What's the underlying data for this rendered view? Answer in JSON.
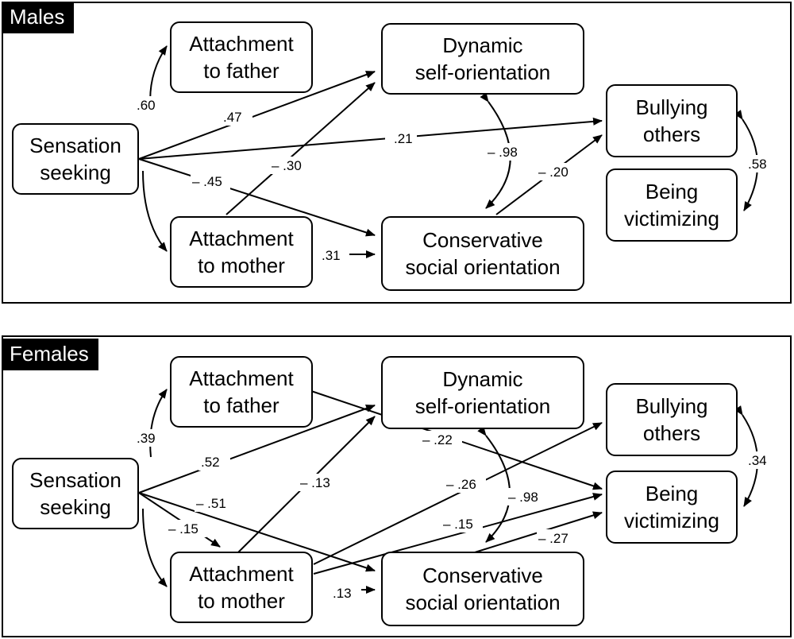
{
  "males": {
    "tag": "Males",
    "nodes": {
      "sensation": [
        "Sensation",
        "seeking"
      ],
      "father": [
        "Attachment",
        "to father"
      ],
      "mother": [
        "Attachment",
        "to mother"
      ],
      "dynamic": [
        "Dynamic",
        "self-orientation"
      ],
      "conservative": [
        "Conservative",
        "social orientation"
      ],
      "bullying": [
        "Bullying",
        "others"
      ],
      "victimizing": [
        "Being",
        "victimizing"
      ]
    },
    "coefficients": {
      "sensation_father": ".60",
      "sensation_dynamic": ".47",
      "sensation_bullying": ".21",
      "mother_dynamic": "– .30",
      "sensation_conservative": "– .45",
      "mother_conservative": ".31",
      "dynamic_conservative": "– .98",
      "conservative_bullying": "– .20",
      "bullying_victimizing": ".58"
    }
  },
  "females": {
    "tag": "Females",
    "nodes": {
      "sensation": [
        "Sensation",
        "seeking"
      ],
      "father": [
        "Attachment",
        "to father"
      ],
      "mother": [
        "Attachment",
        "to mother"
      ],
      "dynamic": [
        "Dynamic",
        "self-orientation"
      ],
      "conservative": [
        "Conservative",
        "social orientation"
      ],
      "bullying": [
        "Bullying",
        "others"
      ],
      "victimizing": [
        "Being",
        "victimizing"
      ]
    },
    "coefficients": {
      "sensation_father": ".39",
      "sensation_dynamic": ".52",
      "mother_dynamic": "– .13",
      "sensation_conservative": "– .51",
      "sensation_mother": "– .15",
      "father_victimizing": "– .22",
      "mother_bullying": "– .26",
      "dynamic_conservative": "– .98",
      "mother_victimizing": "– .15",
      "conservative_victimizing": "– .27",
      "mother_conservative": ".13",
      "bullying_victimizing": ".34"
    }
  }
}
